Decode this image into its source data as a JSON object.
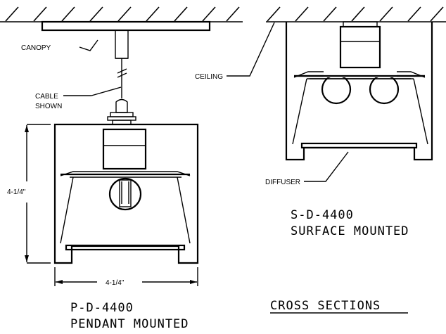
{
  "pendant": {
    "labels": {
      "canopy": "CANOPY",
      "cable_line1": "CABLE",
      "cable_line2": "SHOWN",
      "height_dim": "4-1/4\"",
      "width_dim": "4-1/4\""
    },
    "model": "P-D-4400",
    "mount": "PENDANT MOUNTED"
  },
  "surface": {
    "labels": {
      "ceiling": "CEILING",
      "diffuser": "DIFFUSER"
    },
    "model": "S-D-4400",
    "mount": "SURFACE MOUNTED"
  },
  "section_title": "CROSS SECTIONS"
}
